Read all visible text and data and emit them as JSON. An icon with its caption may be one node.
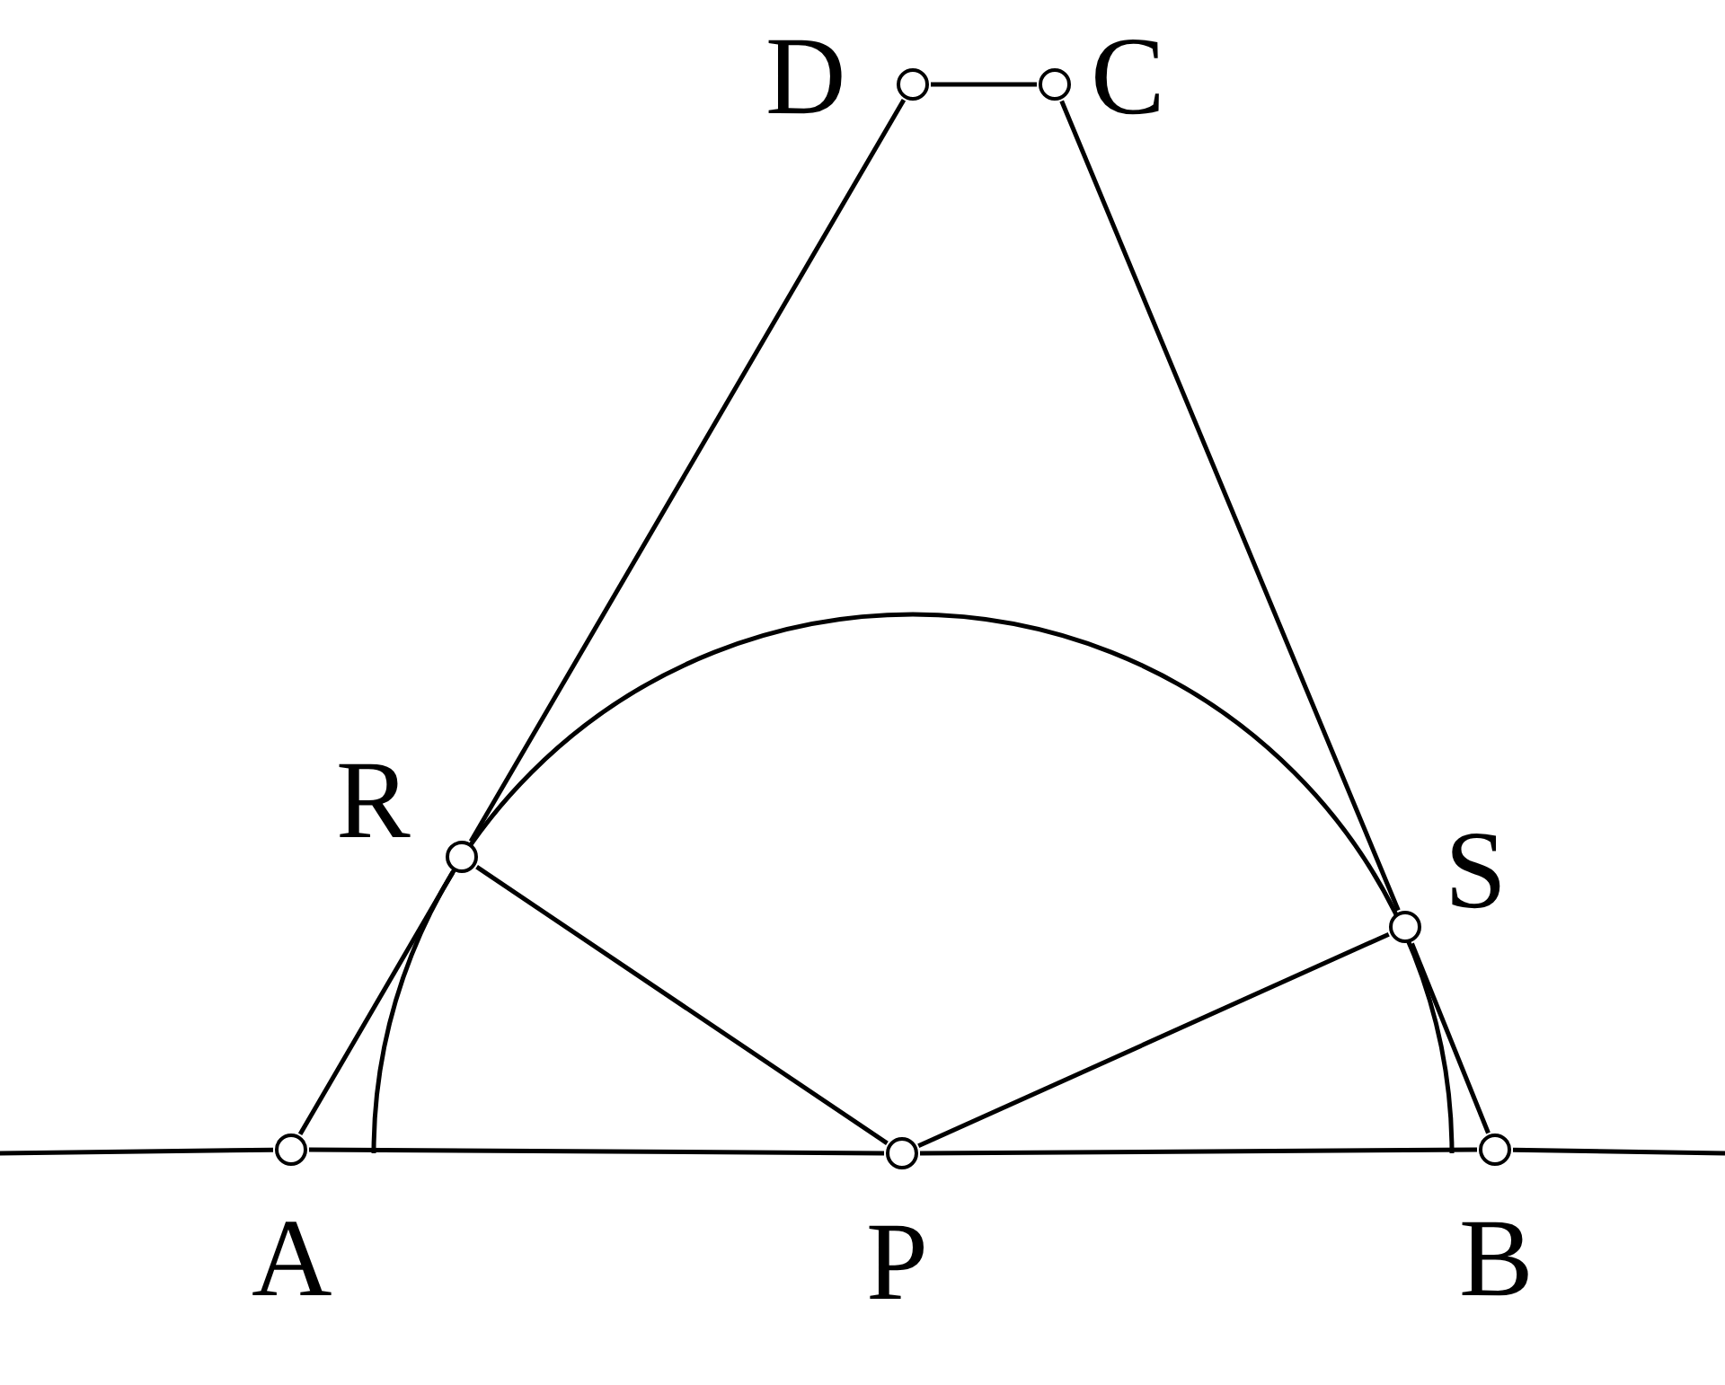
{
  "diagram": {
    "nodes": [
      {
        "text": [
          "D"
        ]
      },
      {
        "text": [
          "C"
        ]
      },
      {
        "text": [
          "R"
        ]
      },
      {
        "text": [
          "S"
        ]
      },
      {
        "text": [
          "A"
        ]
      },
      {
        "text": [
          "P"
        ]
      },
      {
        "text": [
          "B"
        ]
      }
    ],
    "edges": [
      {
        "from": 0,
        "to": 1,
        "arrow": "none"
      },
      {
        "from": 2,
        "to": 0,
        "arrow": "none"
      },
      {
        "from": 4,
        "to": 2,
        "arrow": "none"
      },
      {
        "from": 1,
        "to": 3,
        "arrow": "none"
      },
      {
        "from": 3,
        "to": 6,
        "arrow": "none"
      },
      {
        "from": 2,
        "to": 5,
        "arrow": "none"
      },
      {
        "from": 5,
        "to": 3,
        "arrow": "none"
      },
      {
        "from": null,
        "to": 4,
        "arrow": "none"
      },
      {
        "from": 4,
        "to": 5,
        "arrow": "none"
      },
      {
        "from": 5,
        "to": 6,
        "arrow": "none"
      },
      {
        "from": 6,
        "to": null,
        "arrow": "none"
      }
    ]
  }
}
